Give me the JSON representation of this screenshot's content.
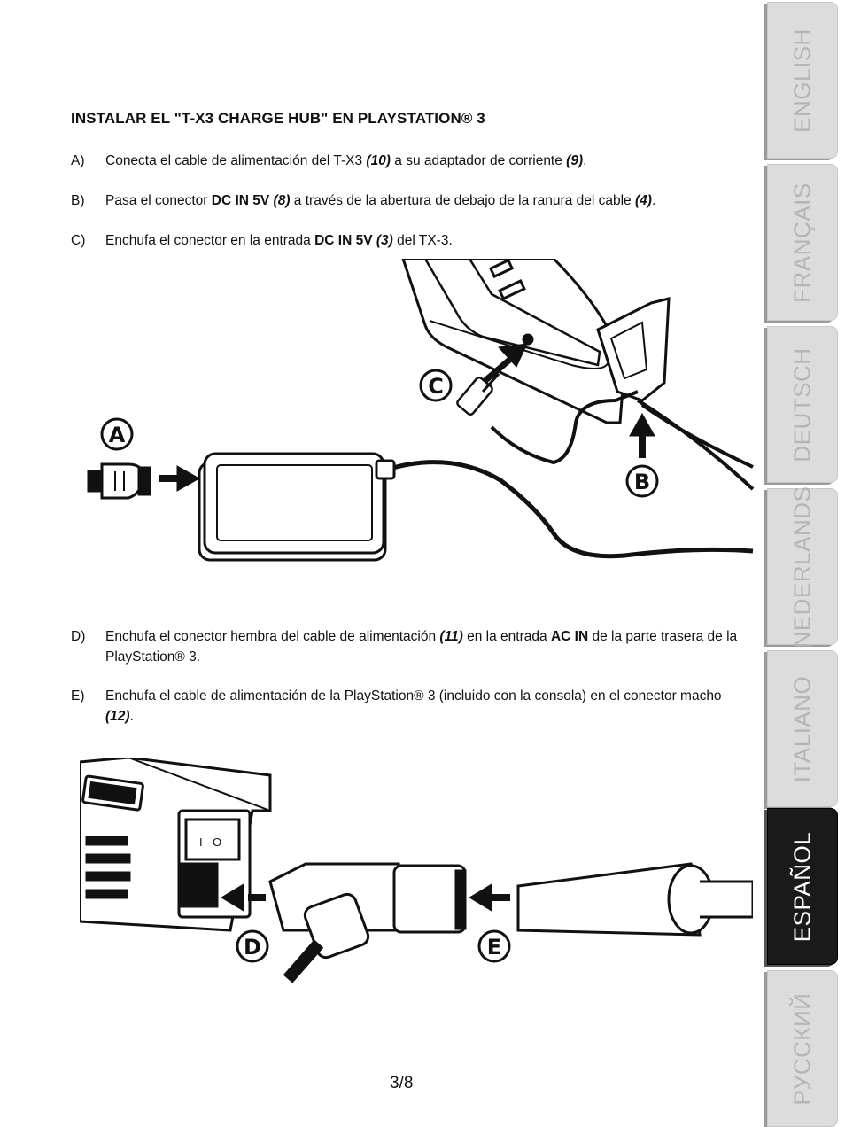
{
  "heading": "INSTALAR EL \"T-X3 CHARGE HUB\" EN PLAYSTATION® 3",
  "steps": [
    {
      "letter": "A)",
      "parts": [
        {
          "t": "Conecta el cable de alimentación del T-X3 ",
          "s": "n"
        },
        {
          "t": "(10)",
          "s": "bi"
        },
        {
          "t": " a su adaptador de corriente ",
          "s": "n"
        },
        {
          "t": "(9)",
          "s": "bi"
        },
        {
          "t": ".",
          "s": "n"
        }
      ]
    },
    {
      "letter": "B)",
      "parts": [
        {
          "t": "Pasa el conector ",
          "s": "n"
        },
        {
          "t": "DC IN 5V",
          "s": "b"
        },
        {
          "t": " ",
          "s": "n"
        },
        {
          "t": "(8)",
          "s": "bi"
        },
        {
          "t": " a través de la abertura de debajo de la ranura del cable ",
          "s": "n"
        },
        {
          "t": "(4)",
          "s": "bi"
        },
        {
          "t": ".",
          "s": "n"
        }
      ]
    },
    {
      "letter": "C)",
      "parts": [
        {
          "t": "Enchufa el conector en la entrada ",
          "s": "n"
        },
        {
          "t": "DC IN 5V",
          "s": "b"
        },
        {
          "t": " ",
          "s": "n"
        },
        {
          "t": "(3)",
          "s": "bi"
        },
        {
          "t": " del TX-3.",
          "s": "n"
        }
      ]
    },
    {
      "letter": "D)",
      "parts": [
        {
          "t": "Enchufa el conector hembra del cable de alimentación ",
          "s": "n"
        },
        {
          "t": "(11)",
          "s": "bi"
        },
        {
          "t": " en la entrada ",
          "s": "n"
        },
        {
          "t": "AC IN",
          "s": "b"
        },
        {
          "t": " de la parte trasera de la PlayStation® 3.",
          "s": "n"
        }
      ]
    },
    {
      "letter": "E)",
      "parts": [
        {
          "t": "Enchufa el cable de alimentación de la PlayStation® 3 (incluido con la consola) en el conector macho ",
          "s": "n"
        },
        {
          "t": "(12)",
          "s": "bi"
        },
        {
          "t": ".",
          "s": "n"
        }
      ]
    }
  ],
  "figure1_callouts": {
    "a": "A",
    "b": "B",
    "c": "C"
  },
  "figure2_callouts": {
    "d": "D",
    "e": "E"
  },
  "switch_marks": {
    "on": "I",
    "off": "O"
  },
  "language_tabs": [
    {
      "label": "ENGLISH",
      "active": false
    },
    {
      "label": "FRANÇAIS",
      "active": false
    },
    {
      "label": "DEUTSCH",
      "active": false
    },
    {
      "label": "NEDERLANDS",
      "active": false
    },
    {
      "label": "ITALIANO",
      "active": false
    },
    {
      "label": "ESPAÑOL",
      "active": true
    },
    {
      "label": "РУССКИЙ",
      "active": false
    }
  ],
  "page_number": "3/8"
}
